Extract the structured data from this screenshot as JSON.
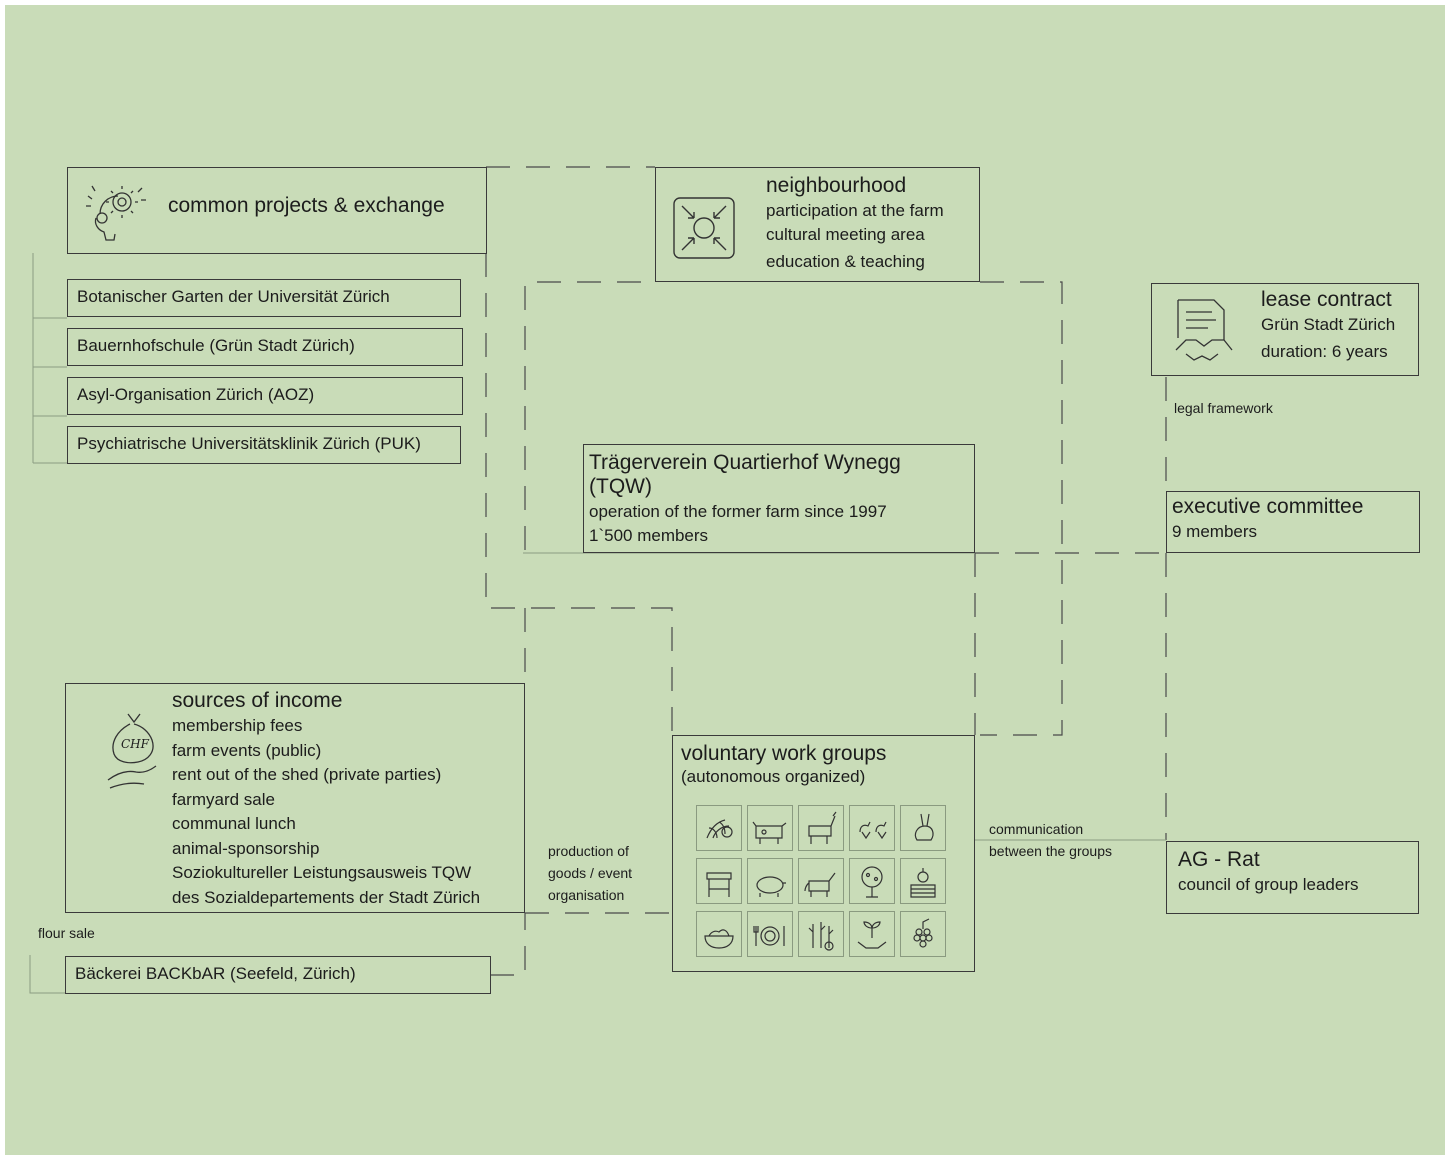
{
  "common_projects": {
    "title": "common projects & exchange",
    "icon": "gear-brain-lightbulb-icon",
    "partners": [
      "Botanischer Garten der Universität Zürich",
      "Bauernhofschule (Grün Stadt Zürich)",
      "Asyl-Organisation Zürich (AOZ)",
      "Psychiatrische Universitätsklinik Zürich (PUK)"
    ]
  },
  "neighbourhood": {
    "title": "neighbourhood",
    "icon": "converging-arrows-icon",
    "items": [
      "participation at the farm",
      "cultural meeting area",
      "education & teaching"
    ]
  },
  "lease_contract": {
    "title": "lease contract",
    "icon": "contract-handshake-icon",
    "items": [
      "Grün Stadt Zürich",
      "duration: 6 years"
    ]
  },
  "legal_framework_label": "legal framework",
  "executive_committee": {
    "title": "executive committee",
    "members": "9 members"
  },
  "tqw": {
    "title_line1": "Trägerverein Quartierhof Wynegg",
    "title_line2": "(TQW)",
    "line1": "operation of the former farm since 1997",
    "line2": "1`500 members"
  },
  "sources_of_income": {
    "title": "sources of income",
    "icon": "money-bag-hand-icon",
    "bag_label": "CHF",
    "items": [
      "membership fees",
      "farm events (public)",
      "rent out of the shed (private parties)",
      "farmyard sale",
      "communal lunch",
      "animal-sponsorship",
      "Soziokultureller Leistungsausweis TQW",
      "des Sozialdepartements der Stadt Zürich"
    ]
  },
  "flour_sale_label": "flour sale",
  "bakery": "Bäckerei BACKbAR (Seefeld, Zürich)",
  "production_label": [
    "production of",
    "goods / event",
    "organisation"
  ],
  "work_groups": {
    "title": "voluntary work groups",
    "subtitle": "(autonomous organized)",
    "icons": [
      "vegetables-icon",
      "cow-icon",
      "donkey-icon",
      "chickens-icon",
      "rabbit-icon",
      "market-stall-icon",
      "pig-icon",
      "horse-icon",
      "fruit-tree-icon",
      "books-apple-icon",
      "salad-bowl-icon",
      "plate-cutlery-icon",
      "herbs-icon",
      "seedling-hands-icon",
      "grapes-icon"
    ]
  },
  "communication_label": [
    "communication",
    "between the groups"
  ],
  "ag_rat": {
    "title": "AG - Rat",
    "subtitle": "council of group leaders"
  }
}
